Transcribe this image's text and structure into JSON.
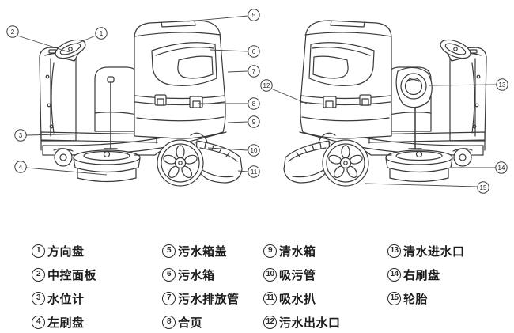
{
  "legend": {
    "columns": [
      {
        "items": [
          {
            "num": "1",
            "label": "方向盘"
          },
          {
            "num": "2",
            "label": "中控面板"
          },
          {
            "num": "3",
            "label": "水位计"
          },
          {
            "num": "4",
            "label": "左刷盘"
          }
        ]
      },
      {
        "items": [
          {
            "num": "5",
            "label": "污水箱盖"
          },
          {
            "num": "6",
            "label": "污水箱"
          },
          {
            "num": "7",
            "label": "污水排放管"
          },
          {
            "num": "8",
            "label": "合页"
          }
        ]
      },
      {
        "items": [
          {
            "num": "9",
            "label": "清水箱"
          },
          {
            "num": "10",
            "label": "吸污管"
          },
          {
            "num": "11",
            "label": "吸水扒"
          },
          {
            "num": "12",
            "label": "污水出水口"
          }
        ]
      },
      {
        "items": [
          {
            "num": "13",
            "label": "清水进水口"
          },
          {
            "num": "14",
            "label": "右刷盘"
          },
          {
            "num": "15",
            "label": "轮胎"
          }
        ]
      }
    ]
  },
  "callouts": [
    "1",
    "2",
    "3",
    "4",
    "5",
    "6",
    "7",
    "8",
    "9",
    "10",
    "11",
    "12",
    "13",
    "14",
    "15"
  ]
}
